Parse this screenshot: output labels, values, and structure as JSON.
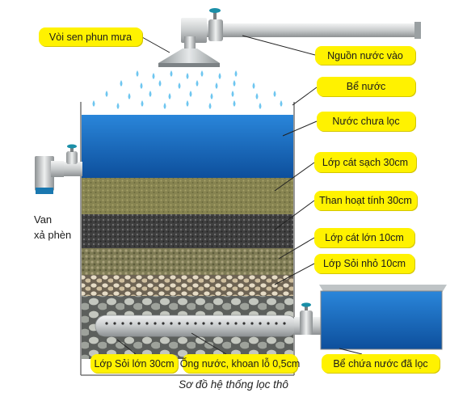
{
  "labels": {
    "shower": "Vòi sen phun mưa",
    "inlet": "Nguồn nước vào",
    "tank": "Bể nước",
    "raw_water": "Nước chưa lọc",
    "clean_sand": "Lớp cát sạch 30cm",
    "activated_carbon": "Than hoạt tính  30cm",
    "coarse_sand": "Lớp cát lớn 10cm",
    "small_gravel": "Lớp Sỏi nhỏ  10cm",
    "large_gravel": "Lớp Sỏi lớn 30cm",
    "pipe": "Ống nước, khoan lỗ 0,5cm",
    "clean_tank": "Bể chứa nước đã lọc",
    "valve_line1": "Van",
    "valve_line2": "xả phèn"
  },
  "caption": "Sơ đồ hệ thống lọc thô",
  "colors": {
    "label_bg": "#fff200",
    "water": "#1e6fc2",
    "clean_sand": "#8e8a55",
    "carbon": "#4a4a4a",
    "coarse_sand": "#8d8a62",
    "small_gravel": "#b5a488",
    "large_gravel": "#a7aaa2"
  }
}
